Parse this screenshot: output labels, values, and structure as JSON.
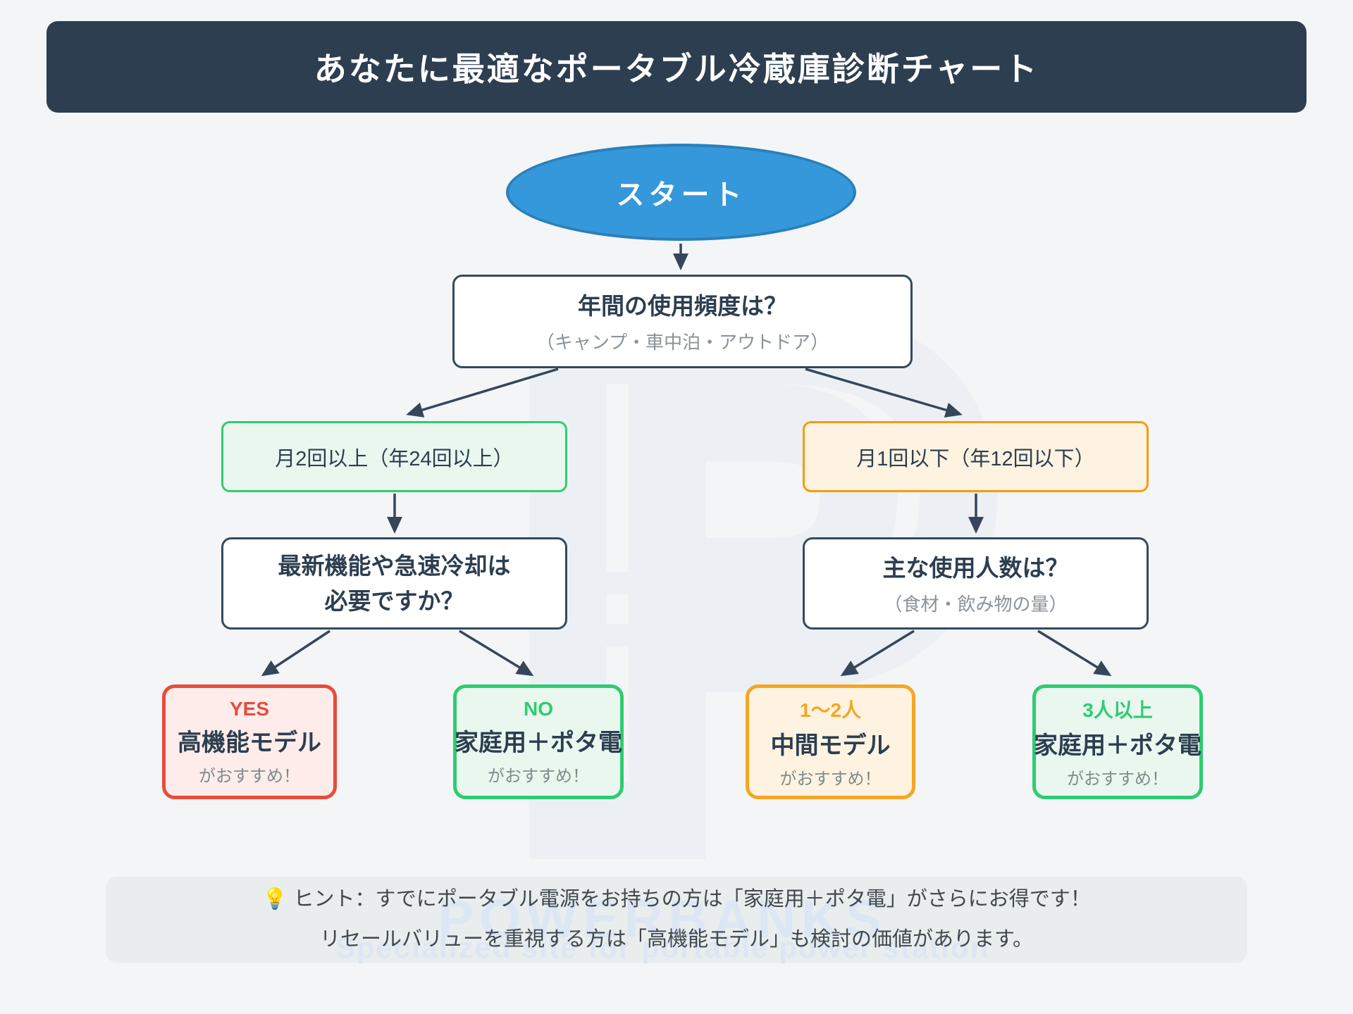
{
  "page": {
    "background": "#f3f5f7"
  },
  "header": {
    "title": "あなたに最適なポータブル冷蔵庫診断チャート",
    "bg": "#2c3e50"
  },
  "flowchart": {
    "start": {
      "label": "スタート",
      "fill": "#3498db",
      "border": "#2980b9"
    },
    "q1": {
      "title": "年間の使用頻度は？",
      "subtitle": "（キャンプ・車中泊・アウトドア）"
    },
    "branch_left": {
      "label": "月2回以上（年24回以上）",
      "border": "#2ecc71",
      "bg": "#e9f7ef"
    },
    "branch_right": {
      "label": "月1回以下（年12回以下）",
      "border": "#f39c12",
      "bg": "#fdf3e0"
    },
    "q2_left": {
      "line1": "最新機能や急速冷却は",
      "line2": "必要ですか？"
    },
    "q2_right": {
      "title": "主な使用人数は？",
      "subtitle": "（食材・飲み物の量）"
    },
    "results": [
      {
        "label": "YES",
        "label_color": "#e74c3c",
        "name": "高機能モデル",
        "note": "がおすすめ！",
        "border": "#e74c3c",
        "bg": "#fdecea"
      },
      {
        "label": "NO",
        "label_color": "#2ecc71",
        "name": "家庭用＋ポタ電",
        "note": "がおすすめ！",
        "border": "#2ecc71",
        "bg": "#e9f7ef"
      },
      {
        "label": "1〜2人",
        "label_color": "#f5a623",
        "name": "中間モデル",
        "note": "がおすすめ！",
        "border": "#f5a623",
        "bg": "#fdf3e0"
      },
      {
        "label": "3人以上",
        "label_color": "#2ecc71",
        "name": "家庭用＋ポタ電",
        "note": "がおすすめ！",
        "border": "#2ecc71",
        "bg": "#e9f7ef"
      }
    ],
    "arrow_color": "#36465a"
  },
  "hint": {
    "icon": "💡",
    "line1": "ヒント：すでにポータブル電源をお持ちの方は「家庭用＋ポタ電」がさらにお得です！",
    "line2": "リセールバリューを重視する方は「高機能モデル」も検討の価値があります。"
  },
  "watermark": {
    "logo": "P",
    "title": "POWERBANKS",
    "subtitle": "Specialized site for portable power station"
  }
}
